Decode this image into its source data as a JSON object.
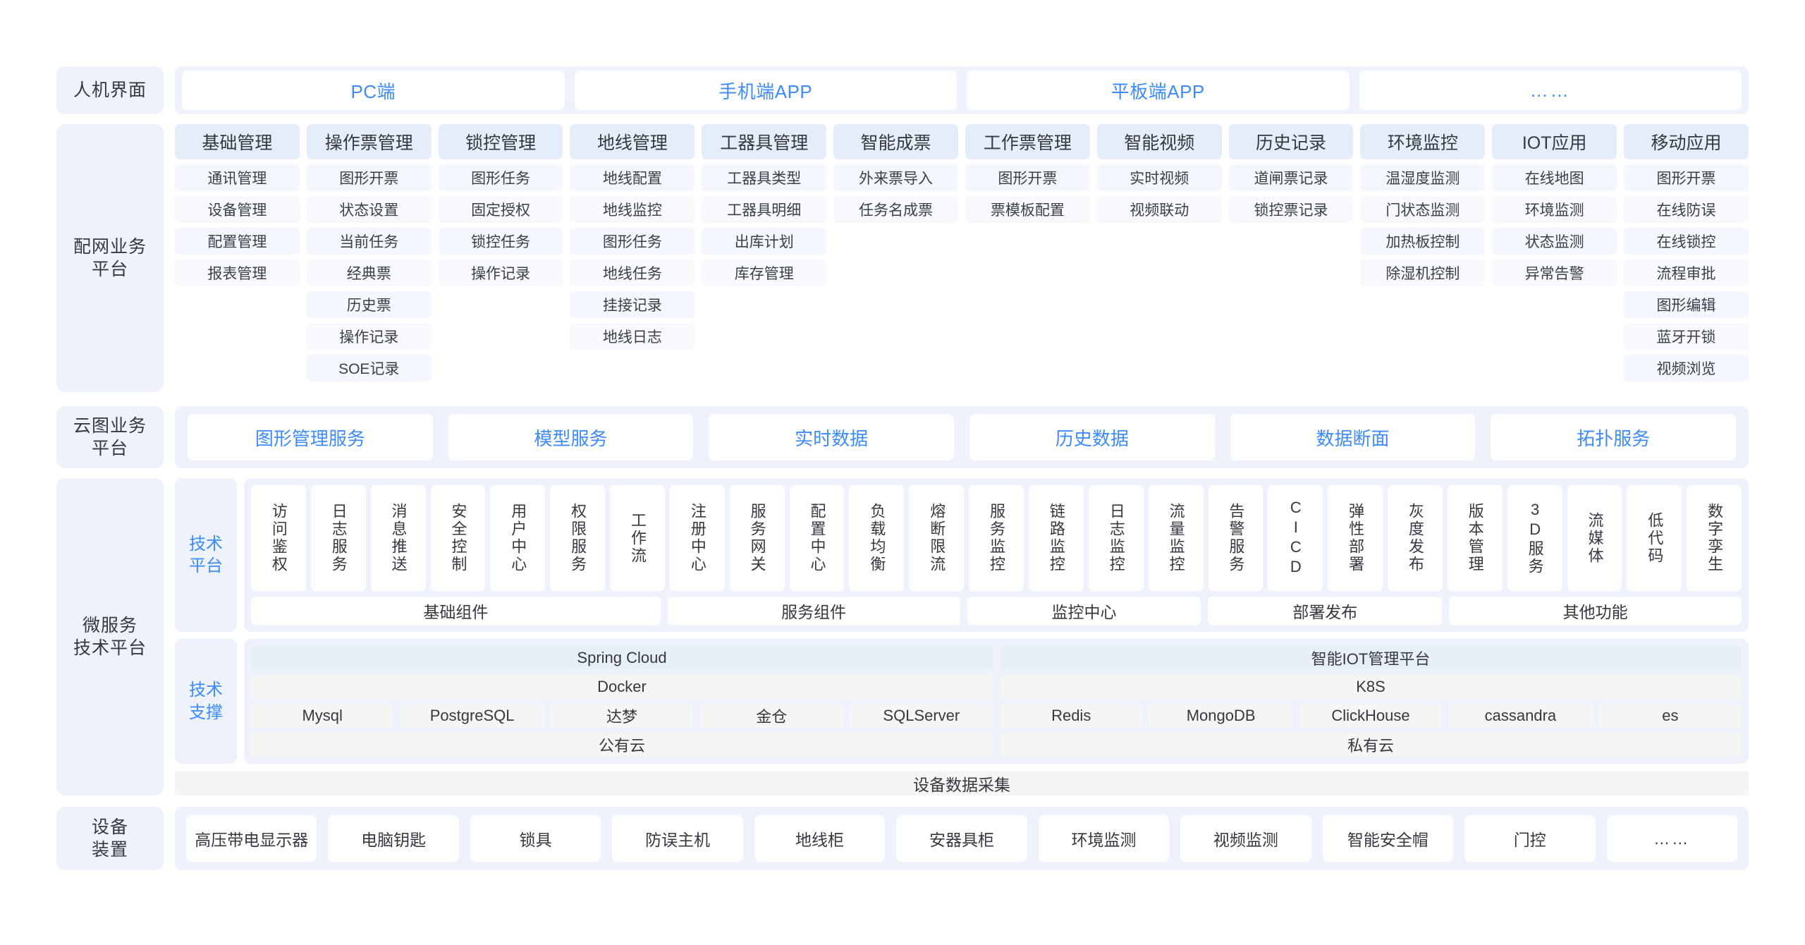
{
  "colors": {
    "accent": "#3d8bff",
    "panel_bg": "#edf2fb",
    "chip_bg": "#ffffff",
    "head_bg": "#e6edfa",
    "item_bg": "#f4f7fd",
    "grey_bg": "#f5f5f5",
    "text": "#35393f"
  },
  "rows": {
    "hmi": {
      "label": "人机界面",
      "chips": [
        "PC端",
        "手机端APP",
        "平板端APP",
        "……"
      ]
    },
    "business": {
      "label": "配网业务\n平台",
      "label_line1": "配网业务",
      "label_line2": "平台",
      "columns": [
        {
          "head": "基础管理",
          "items": [
            "通讯管理",
            "设备管理",
            "配置管理",
            "报表管理"
          ]
        },
        {
          "head": "操作票管理",
          "items": [
            "图形开票",
            "状态设置",
            "当前任务",
            "经典票",
            "历史票",
            "操作记录",
            "SOE记录"
          ]
        },
        {
          "head": "锁控管理",
          "items": [
            "图形任务",
            "固定授权",
            "锁控任务",
            "操作记录"
          ]
        },
        {
          "head": "地线管理",
          "items": [
            "地线配置",
            "地线监控",
            "图形任务",
            "地线任务",
            "挂接记录",
            "地线日志"
          ]
        },
        {
          "head": "工器具管理",
          "items": [
            "工器具类型",
            "工器具明细",
            "出库计划",
            "库存管理"
          ]
        },
        {
          "head": "智能成票",
          "items": [
            "外来票导入",
            "任务名成票"
          ]
        },
        {
          "head": "工作票管理",
          "items": [
            "图形开票",
            "票模板配置"
          ]
        },
        {
          "head": "智能视频",
          "items": [
            "实时视频",
            "视频联动"
          ]
        },
        {
          "head": "历史记录",
          "items": [
            "道闸票记录",
            "锁控票记录"
          ]
        },
        {
          "head": "环境监控",
          "items": [
            "温湿度监测",
            "门状态监测",
            "加热板控制",
            "除湿机控制"
          ]
        },
        {
          "head": "IOT应用",
          "items": [
            "在线地图",
            "环境监测",
            "状态监测",
            "异常告警"
          ]
        },
        {
          "head": "移动应用",
          "items": [
            "图形开票",
            "在线防误",
            "在线锁控",
            "流程审批",
            "图形编辑",
            "蓝牙开锁",
            "视频浏览"
          ]
        }
      ]
    },
    "cloud": {
      "label_line1": "云图业务",
      "label_line2": "平台",
      "chips": [
        "图形管理服务",
        "模型服务",
        "实时数据",
        "历史数据",
        "数据断面",
        "拓扑服务"
      ]
    },
    "micro": {
      "label_line1": "微服务",
      "label_line2": "技术平台",
      "tech_platform": {
        "side_line1": "技术",
        "side_line2": "平台",
        "cells": [
          "访问鉴权",
          "日志服务",
          "消息推送",
          "安全控制",
          "用户中心",
          "权限服务",
          "工作流",
          "注册中心",
          "服务网关",
          "配置中心",
          "负载均衡",
          "熔断限流",
          "服务监控",
          "链路监控",
          "日志监控",
          "流量监控",
          "告警服务",
          "CICD",
          "弹性部署",
          "灰度发布",
          "版本管理",
          "3D服务",
          "流媒体",
          "低代码",
          "数字孪生"
        ],
        "groups": [
          {
            "label": "基础组件",
            "span": 7
          },
          {
            "label": "服务组件",
            "span": 5
          },
          {
            "label": "监控中心",
            "span": 4
          },
          {
            "label": "部署发布",
            "span": 4
          },
          {
            "label": "其他功能",
            "span": 5
          }
        ]
      },
      "tech_support": {
        "side_line1": "技术",
        "side_line2": "支撑",
        "left": {
          "top": "Spring  Cloud",
          "second": "Docker",
          "dbs": [
            "Mysql",
            "PostgreSQL",
            "达梦",
            "金仓",
            "SQLServer"
          ],
          "bottom": "公有云"
        },
        "right": {
          "top": "智能IOT管理平台",
          "second": "K8S",
          "dbs": [
            "Redis",
            "MongoDB",
            "ClickHouse",
            "cassandra",
            "es"
          ],
          "bottom": "私有云"
        }
      },
      "collect_bar": "设备数据采集"
    },
    "devices": {
      "label_line1": "设备",
      "label_line2": "装置",
      "chips": [
        "高压带电显示器",
        "电脑钥匙",
        "锁具",
        "防误主机",
        "地线柜",
        "安器具柜",
        "环境监测",
        "视频监测",
        "智能安全帽",
        "门控",
        "……"
      ]
    }
  }
}
